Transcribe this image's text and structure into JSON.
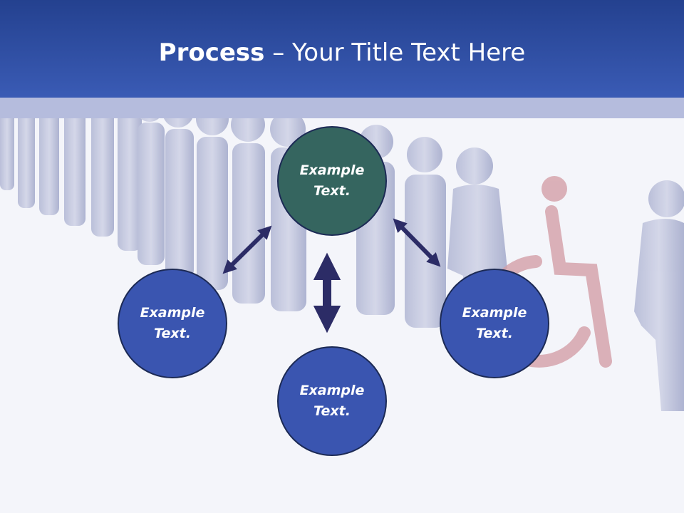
{
  "slide": {
    "title_bold": "Process",
    "title_dash": " – ",
    "title_rest": "Your Title Text Here"
  },
  "diagram": {
    "nodes": [
      {
        "text": "Example Text.",
        "color": "#35655f"
      },
      {
        "text": "Example Text.",
        "color": "#3a55b0"
      },
      {
        "text": "Example Text.",
        "color": "#3a55b0"
      },
      {
        "text": "Example Text.",
        "color": "#3a55b0"
      }
    ],
    "arrow_color": "#2c2c66",
    "arrow_icons": [
      "double-arrow-icon",
      "double-arrow-icon",
      "double-arrow-icon"
    ]
  },
  "colors": {
    "header": "#3a5bb5",
    "strip": "#b5bcdd",
    "figures": "#c9cde2",
    "accent_figure": "#c98a94"
  }
}
